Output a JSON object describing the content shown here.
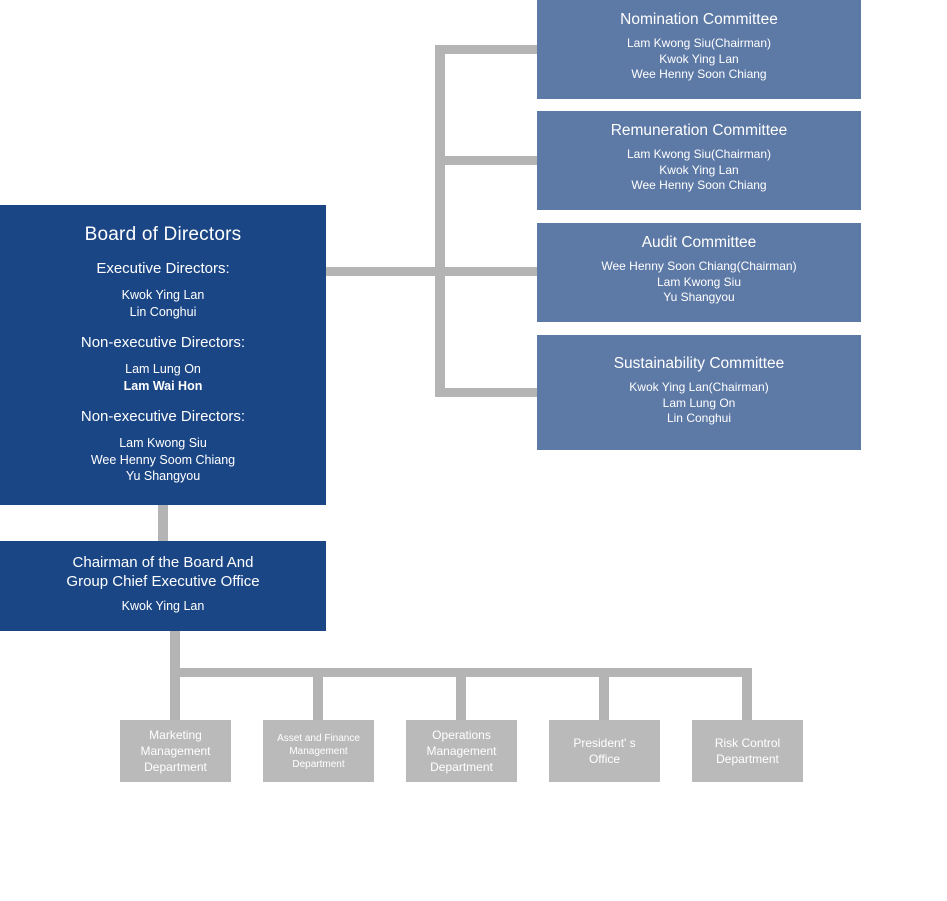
{
  "colors": {
    "navy": "#1b4685",
    "steel": "#5d79a6",
    "dept": "#bababa",
    "line": "#b4b4b4"
  },
  "board": {
    "title": "Board of Directors",
    "sections": [
      {
        "heading": "Executive Directors:",
        "members": [
          "Kwok Ying Lan",
          "Lin Conghui"
        ]
      },
      {
        "heading": "Non-executive Directors:",
        "members": [
          "Lam Lung On",
          "Lam Wai Hon"
        ]
      },
      {
        "heading": "Non-executive Directors:",
        "members": [
          "Lam Kwong Siu",
          "Wee Henny Soom Chiang",
          "Yu Shangyou"
        ]
      }
    ]
  },
  "committees": [
    {
      "title": "Nomination Committee",
      "members": [
        "Lam Kwong Siu(Chairman)",
        "Kwok Ying Lan",
        "Wee Henny Soon Chiang"
      ]
    },
    {
      "title": "Remuneration Committee",
      "members": [
        "Lam Kwong Siu(Chairman)",
        "Kwok Ying Lan",
        "Wee Henny Soon Chiang"
      ]
    },
    {
      "title": "Audit Committee",
      "members": [
        "Wee Henny Soon Chiang(Chairman)",
        "Lam Kwong Siu",
        "Yu Shangyou"
      ]
    },
    {
      "title": "Sustainability Committee",
      "members": [
        "Kwok Ying Lan(Chairman)",
        "Lam Lung On",
        "Lin Conghui"
      ]
    }
  ],
  "chairman": {
    "title_line1": "Chairman of the Board And",
    "title_line2": "Group Chief Executive Office",
    "name": "Kwok Ying Lan"
  },
  "departments": [
    {
      "label": "Marketing Management Department"
    },
    {
      "label": "Asset and Finance Management Department"
    },
    {
      "label": "Operations Management Department"
    },
    {
      "label": "President' s Office"
    },
    {
      "label": "Risk Control Department"
    }
  ]
}
